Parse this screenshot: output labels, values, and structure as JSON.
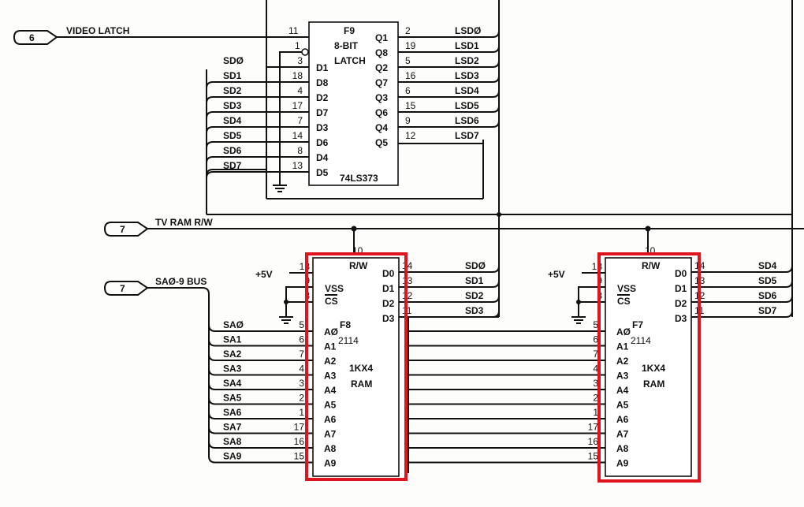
{
  "offpage_connectors": [
    {
      "sheet": "6",
      "signal": "VIDEO LATCH"
    },
    {
      "sheet": "7",
      "signal": "TV RAM R/W"
    },
    {
      "sheet": "7",
      "signal": "SAØ-9 BUS"
    }
  ],
  "latch": {
    "ref": "F9",
    "desc1": "8-BIT",
    "desc2": "LATCH",
    "part": "74LS373",
    "clk_pin": "11",
    "oe_pin": "1",
    "inputs": [
      {
        "net": "SDØ",
        "pin": "3",
        "name": "D1"
      },
      {
        "net": "SD1",
        "pin": "18",
        "name": "D8"
      },
      {
        "net": "SD2",
        "pin": "4",
        "name": "D2"
      },
      {
        "net": "SD3",
        "pin": "17",
        "name": "D7"
      },
      {
        "net": "SD4",
        "pin": "7",
        "name": "D3"
      },
      {
        "net": "SD5",
        "pin": "14",
        "name": "D6"
      },
      {
        "net": "SD6",
        "pin": "8",
        "name": "D4"
      },
      {
        "net": "SD7",
        "pin": "13",
        "name": "D5"
      }
    ],
    "outputs": [
      {
        "name": "Q1",
        "pin": "2",
        "net": "LSDØ"
      },
      {
        "name": "Q8",
        "pin": "19",
        "net": "LSD1"
      },
      {
        "name": "Q2",
        "pin": "5",
        "net": "LSD2"
      },
      {
        "name": "Q7",
        "pin": "16",
        "net": "LSD3"
      },
      {
        "name": "Q3",
        "pin": "6",
        "net": "LSD4"
      },
      {
        "name": "Q6",
        "pin": "15",
        "net": "LSD5"
      },
      {
        "name": "Q4",
        "pin": "9",
        "net": "LSD6"
      },
      {
        "name": "Q5",
        "pin": "12",
        "net": "LSD7"
      }
    ]
  },
  "rams": [
    {
      "ref": "F8",
      "part": "2114",
      "desc1": "1KX4",
      "desc2": "RAM",
      "rw_label": "R/W",
      "rw_pin": "10",
      "vcc_label": "+5V",
      "vcc_pin": "18",
      "vss_label": "VSS",
      "vss_pin": "9",
      "cs_label": "CS",
      "cs_pin": "8",
      "data": [
        {
          "name": "D0",
          "pin": "14",
          "net": "SDØ"
        },
        {
          "name": "D1",
          "pin": "13",
          "net": "SD1"
        },
        {
          "name": "D2",
          "pin": "12",
          "net": "SD2"
        },
        {
          "name": "D3",
          "pin": "11",
          "net": "SD3"
        }
      ]
    },
    {
      "ref": "F7",
      "part": "2114",
      "desc1": "1KX4",
      "desc2": "RAM",
      "rw_label": "R/W",
      "rw_pin": "10",
      "vcc_label": "+5V",
      "vcc_pin": "18",
      "vss_label": "VSS",
      "vss_pin": "9",
      "cs_label": "CS",
      "cs_pin": "8",
      "data": [
        {
          "name": "D0",
          "pin": "14",
          "net": "SD4"
        },
        {
          "name": "D1",
          "pin": "13",
          "net": "SD5"
        },
        {
          "name": "D2",
          "pin": "12",
          "net": "SD6"
        },
        {
          "name": "D3",
          "pin": "11",
          "net": "SD7"
        }
      ]
    }
  ],
  "address_bus": [
    {
      "net": "SAØ",
      "pin": "5",
      "name": "AØ"
    },
    {
      "net": "SA1",
      "pin": "6",
      "name": "A1"
    },
    {
      "net": "SA2",
      "pin": "7",
      "name": "A2"
    },
    {
      "net": "SA3",
      "pin": "4",
      "name": "A3"
    },
    {
      "net": "SA4",
      "pin": "3",
      "name": "A4"
    },
    {
      "net": "SA5",
      "pin": "2",
      "name": "A5"
    },
    {
      "net": "SA6",
      "pin": "1",
      "name": "A6"
    },
    {
      "net": "SA7",
      "pin": "17",
      "name": "A7"
    },
    {
      "net": "SA8",
      "pin": "16",
      "name": "A8"
    },
    {
      "net": "SA9",
      "pin": "15",
      "name": "A9"
    }
  ],
  "highlight_color": "#e0141e"
}
